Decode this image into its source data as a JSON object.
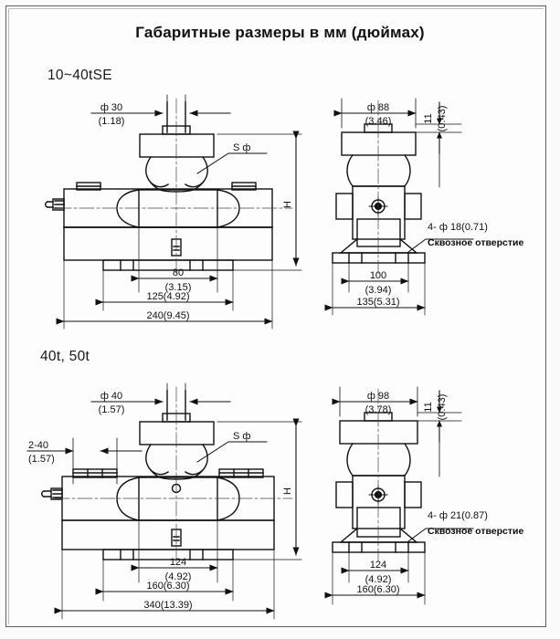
{
  "page": {
    "title": "Габаритные размеры в мм (дюймах)",
    "background_color": "#fbfbfb",
    "line_color": "#111111",
    "frame_color": "#5b6163"
  },
  "sections": [
    {
      "id": "section-1",
      "label": "10~40tSE",
      "front_view": {
        "name": "front-view",
        "labels": {
          "top_dia": "ф 30",
          "top_dia_inch": "(1.18)",
          "ball_callout": "S ф",
          "height_symbol": "H",
          "dim_inner": "80",
          "dim_inner_inch": "(3.15)",
          "dim_mid": "125(4.92)",
          "dim_outer": "240(9.45)"
        }
      },
      "side_view": {
        "name": "side-view",
        "labels": {
          "top_dia": "ф 88",
          "top_dia_inch": "(3.46)",
          "plate_thk": "11",
          "plate_thk_inch": "(0.43)",
          "hole_callout": "4- ф 18(0.71)",
          "hole_note": "Сквозное отверстие",
          "dim_inner": "100",
          "dim_inner_inch": "(3.94)",
          "dim_outer": "135(5.31)"
        }
      }
    },
    {
      "id": "section-2",
      "label": "40t, 50t",
      "front_view": {
        "name": "front-view",
        "labels": {
          "top_dia": "ф 40",
          "top_dia_inch": "(1.57)",
          "side_callout": "2-40",
          "side_callout_inch": "(1.57)",
          "ball_callout": "S ф",
          "height_symbol": "H",
          "dim_inner": "124",
          "dim_inner_inch": "(4.92)",
          "dim_mid": "160(6.30)",
          "dim_outer": "340(13.39)"
        }
      },
      "side_view": {
        "name": "side-view",
        "labels": {
          "top_dia": "ф 98",
          "top_dia_inch": "(3.78)",
          "plate_thk": "11",
          "plate_thk_inch": "(0.43)",
          "hole_callout": "4- ф 21(0.87)",
          "hole_note": "Сквозное отверстие",
          "dim_inner": "124",
          "dim_inner_inch": "(4.92)",
          "dim_outer": "160(6.30)"
        }
      }
    }
  ]
}
